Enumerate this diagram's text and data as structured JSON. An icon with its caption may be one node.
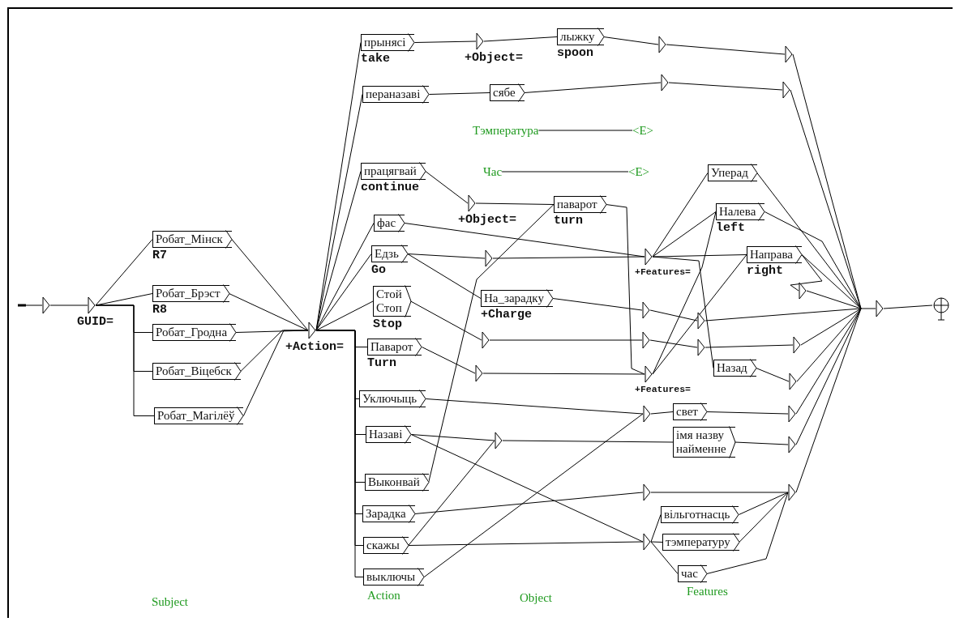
{
  "diagram": {
    "nodes": [
      {
        "text": [],
        "shape": "triangle"
      },
      {
        "text": [
          "GUID="
        ]
      },
      {
        "text": [
          "Робат_Мінск",
          "R7"
        ]
      },
      {
        "text": [
          "Робат_Брэст",
          "R8"
        ]
      },
      {
        "text": [
          "Робат_Гродна"
        ]
      },
      {
        "text": [
          "Робат_Віцебск"
        ]
      },
      {
        "text": [
          "Робат_Магілёў"
        ]
      },
      {
        "text": [
          "+Action="
        ]
      },
      {
        "text": [
          "прынясі",
          "take"
        ]
      },
      {
        "text": [
          "пераназаві"
        ]
      },
      {
        "text": [
          "працягвай",
          "continue"
        ]
      },
      {
        "text": [
          "фас"
        ]
      },
      {
        "text": [
          "Едзь",
          "Go"
        ]
      },
      {
        "text": [
          "Стой Стоп",
          "Stop"
        ]
      },
      {
        "text": [
          "Паварот",
          "Turn"
        ]
      },
      {
        "text": [
          "Уключыць"
        ]
      },
      {
        "text": [
          "Назаві"
        ]
      },
      {
        "text": [
          "Выконвай"
        ]
      },
      {
        "text": [
          "Зарадка"
        ]
      },
      {
        "text": [
          "скажы"
        ]
      },
      {
        "text": [
          "выключы"
        ]
      },
      {
        "text": [
          "+Object="
        ]
      },
      {
        "text": [
          "лыжку",
          "spoon"
        ]
      },
      {
        "text": [],
        "shape": "triangle"
      },
      {
        "text": [
          "сябе"
        ]
      },
      {
        "text": [],
        "shape": "triangle"
      },
      {
        "text": [
          "+Object="
        ]
      },
      {
        "text": [
          "паварот",
          "turn"
        ]
      },
      {
        "text": [],
        "shape": "triangle"
      },
      {
        "text": [
          "На_зарадку",
          "+Charge"
        ]
      },
      {
        "text": [],
        "shape": "triangle"
      },
      {
        "text": [],
        "shape": "triangle"
      },
      {
        "text": [
          "+Features="
        ]
      },
      {
        "text": [],
        "shape": "triangle"
      },
      {
        "text": [],
        "shape": "triangle"
      },
      {
        "text": [
          "+Features="
        ]
      },
      {
        "text": [],
        "shape": "triangle"
      },
      {
        "text": [],
        "shape": "triangle"
      },
      {
        "text": [],
        "shape": "triangle"
      },
      {
        "text": [],
        "shape": "triangle"
      },
      {
        "text": [],
        "shape": "triangle"
      },
      {
        "text": [],
        "shape": "triangle"
      },
      {
        "text": [
          "Уперад"
        ]
      },
      {
        "text": [
          "Налева",
          "left"
        ]
      },
      {
        "text": [
          "Направа",
          "right"
        ]
      },
      {
        "text": [
          "Назад"
        ]
      },
      {
        "text": [
          "свет"
        ]
      },
      {
        "text": [
          "імя назву найменне"
        ]
      },
      {
        "text": [
          "вільготнасць"
        ]
      },
      {
        "text": [
          "тэмпературу"
        ]
      },
      {
        "text": [
          "час"
        ]
      },
      {
        "text": [],
        "shape": "triangle"
      },
      {
        "text": [],
        "shape": "triangle"
      },
      {
        "text": [],
        "shape": "triangle"
      },
      {
        "text": [],
        "shape": "triangle"
      },
      {
        "text": [],
        "shape": "triangle"
      },
      {
        "text": [],
        "shape": "triangle"
      },
      {
        "text": [],
        "shape": "triangle"
      },
      {
        "text": [],
        "shape": "triangle"
      },
      {
        "text": [],
        "shape": "triangle"
      },
      {
        "text": [],
        "shape": "circle"
      },
      {
        "text": [
          "Тэмпература"
        ]
      },
      {
        "text": [
          "<E>"
        ]
      },
      {
        "text": [
          "Час"
        ]
      },
      {
        "text": [
          "<E>"
        ]
      }
    ],
    "edges": [
      {
        "from": 0,
        "to": 1,
        "arrow": "none"
      },
      {
        "from": 1,
        "to": 2,
        "arrow": "none"
      },
      {
        "from": 1,
        "to": 3,
        "arrow": "none"
      },
      {
        "from": 1,
        "to": 4,
        "arrow": "none"
      },
      {
        "from": 1,
        "to": 5,
        "arrow": "none"
      },
      {
        "from": 1,
        "to": 6,
        "arrow": "none"
      },
      {
        "from": 2,
        "to": 7,
        "arrow": "none"
      },
      {
        "from": 3,
        "to": 7,
        "arrow": "none"
      },
      {
        "from": 4,
        "to": 7,
        "arrow": "none"
      },
      {
        "from": 5,
        "to": 7,
        "arrow": "none"
      },
      {
        "from": 6,
        "to": 7,
        "arrow": "none"
      },
      {
        "from": 7,
        "to": 8,
        "arrow": "none"
      },
      {
        "from": 7,
        "to": 9,
        "arrow": "none"
      },
      {
        "from": 7,
        "to": 10,
        "arrow": "none"
      },
      {
        "from": 7,
        "to": 11,
        "arrow": "none"
      },
      {
        "from": 7,
        "to": 12,
        "arrow": "none"
      },
      {
        "from": 7,
        "to": 13,
        "arrow": "none"
      },
      {
        "from": 7,
        "to": 14,
        "arrow": "none"
      },
      {
        "from": 7,
        "to": 15,
        "arrow": "none"
      },
      {
        "from": 7,
        "to": 16,
        "arrow": "none"
      },
      {
        "from": 7,
        "to": 17,
        "arrow": "none"
      },
      {
        "from": 7,
        "to": 18,
        "arrow": "none"
      },
      {
        "from": 7,
        "to": 19,
        "arrow": "none"
      },
      {
        "from": 7,
        "to": 20,
        "arrow": "none"
      },
      {
        "from": 8,
        "to": 21,
        "arrow": "none"
      },
      {
        "from": 21,
        "to": 22,
        "arrow": "none"
      },
      {
        "from": 22,
        "to": 23,
        "arrow": "none"
      },
      {
        "from": 23,
        "to": 51,
        "arrow": "none"
      },
      {
        "from": 51,
        "to": 59,
        "arrow": "none"
      },
      {
        "from": 9,
        "to": 24,
        "arrow": "none"
      },
      {
        "from": 24,
        "to": 25,
        "arrow": "none"
      },
      {
        "from": 25,
        "to": 52,
        "arrow": "none"
      },
      {
        "from": 52,
        "to": 59,
        "arrow": "none"
      },
      {
        "from": 10,
        "to": 26,
        "arrow": "none"
      },
      {
        "from": 26,
        "to": 27,
        "arrow": "none"
      },
      {
        "from": 27,
        "to": 35,
        "arrow": "none"
      },
      {
        "from": 11,
        "to": 32,
        "arrow": "none"
      },
      {
        "from": 12,
        "to": 28,
        "arrow": "none"
      },
      {
        "from": 28,
        "to": 32,
        "arrow": "none"
      },
      {
        "from": 12,
        "to": 29,
        "arrow": "none"
      },
      {
        "from": 29,
        "to": 33,
        "arrow": "none"
      },
      {
        "from": 33,
        "to": 36,
        "arrow": "none"
      },
      {
        "from": 36,
        "to": 59,
        "arrow": "none"
      },
      {
        "from": 13,
        "to": 30,
        "arrow": "none"
      },
      {
        "from": 30,
        "to": 34,
        "arrow": "none"
      },
      {
        "from": 34,
        "to": 37,
        "arrow": "none"
      },
      {
        "from": 37,
        "to": 54,
        "arrow": "none"
      },
      {
        "from": 54,
        "to": 59,
        "arrow": "none"
      },
      {
        "from": 14,
        "to": 31,
        "arrow": "none"
      },
      {
        "from": 31,
        "to": 35,
        "arrow": "none"
      },
      {
        "from": 32,
        "to": 42,
        "arrow": "none"
      },
      {
        "from": 32,
        "to": 43,
        "arrow": "none"
      },
      {
        "from": 32,
        "to": 44,
        "arrow": "none"
      },
      {
        "from": 32,
        "to": 45,
        "arrow": "none"
      },
      {
        "from": 35,
        "to": 43,
        "arrow": "none"
      },
      {
        "from": 35,
        "to": 44,
        "arrow": "none"
      },
      {
        "from": 42,
        "to": 59,
        "arrow": "none"
      },
      {
        "from": 43,
        "to": 59,
        "arrow": "none"
      },
      {
        "from": 44,
        "to": 59,
        "arrow": "none"
      },
      {
        "from": 44,
        "to": 53,
        "arrow": "none"
      },
      {
        "from": 53,
        "to": 59,
        "arrow": "none"
      },
      {
        "from": 45,
        "to": 55,
        "arrow": "none"
      },
      {
        "from": 55,
        "to": 59,
        "arrow": "none"
      },
      {
        "from": 15,
        "to": 38,
        "arrow": "none"
      },
      {
        "from": 38,
        "to": 46,
        "arrow": "none"
      },
      {
        "from": 46,
        "to": 56,
        "arrow": "none"
      },
      {
        "from": 56,
        "to": 59,
        "arrow": "none"
      },
      {
        "from": 16,
        "to": 39,
        "arrow": "none"
      },
      {
        "from": 39,
        "to": 47,
        "arrow": "none"
      },
      {
        "from": 47,
        "to": 57,
        "arrow": "none"
      },
      {
        "from": 57,
        "to": 59,
        "arrow": "none"
      },
      {
        "from": 16,
        "to": 41,
        "arrow": "none"
      },
      {
        "from": 17,
        "to": 27,
        "arrow": "none"
      },
      {
        "from": 18,
        "to": 40,
        "arrow": "none"
      },
      {
        "from": 40,
        "to": 58,
        "arrow": "none"
      },
      {
        "from": 58,
        "to": 59,
        "arrow": "none"
      },
      {
        "from": 19,
        "to": 39,
        "arrow": "none"
      },
      {
        "from": 19,
        "to": 41,
        "arrow": "none"
      },
      {
        "from": 20,
        "to": 38,
        "arrow": "none"
      },
      {
        "from": 41,
        "to": 48,
        "arrow": "none"
      },
      {
        "from": 41,
        "to": 49,
        "arrow": "none"
      },
      {
        "from": 41,
        "to": 50,
        "arrow": "none"
      },
      {
        "from": 48,
        "to": 58,
        "arrow": "none"
      },
      {
        "from": 49,
        "to": 58,
        "arrow": "none"
      },
      {
        "from": 50,
        "to": 58,
        "arrow": "none"
      },
      {
        "from": 59,
        "to": 60,
        "arrow": "none"
      },
      {
        "from": 61,
        "to": 62,
        "arrow": "none"
      },
      {
        "from": 63,
        "to": 64,
        "arrow": "none"
      }
    ],
    "labels": [
      "Subject",
      "Action",
      "Object",
      "Features"
    ]
  }
}
